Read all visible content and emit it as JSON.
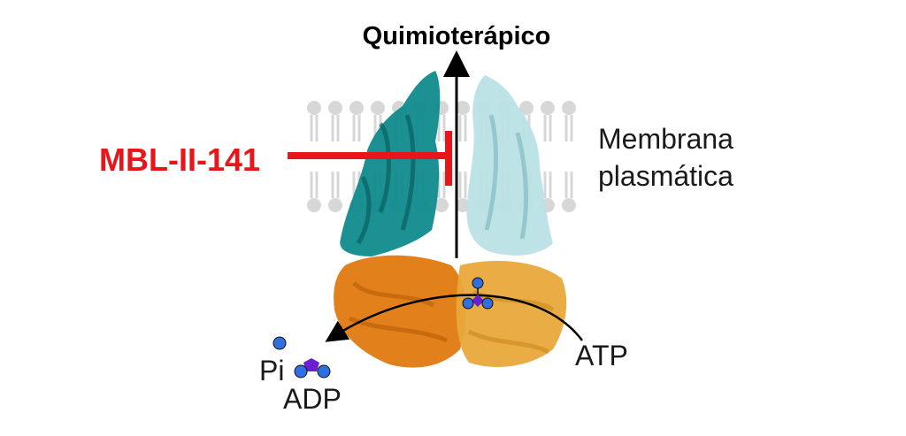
{
  "labels": {
    "top": "Quimioterápico",
    "inhibitor": "MBL-II-141",
    "membrane_line1": "Membrana",
    "membrane_line2": "plasmática",
    "atp": "ATP",
    "pi": "Pi",
    "adp": "ADP"
  },
  "colors": {
    "inhibitor_red": "#e8161b",
    "tmd_left": "#0f8b8d",
    "tmd_right": "#b9e2e6",
    "nbd_left": "#e07a10",
    "nbd_right": "#e9a83a",
    "lipid": "#d7d7d7",
    "phosphate_blue": "#2f6fe0",
    "adenosine_purple": "#6a1fd1",
    "arrow": "#000000"
  }
}
